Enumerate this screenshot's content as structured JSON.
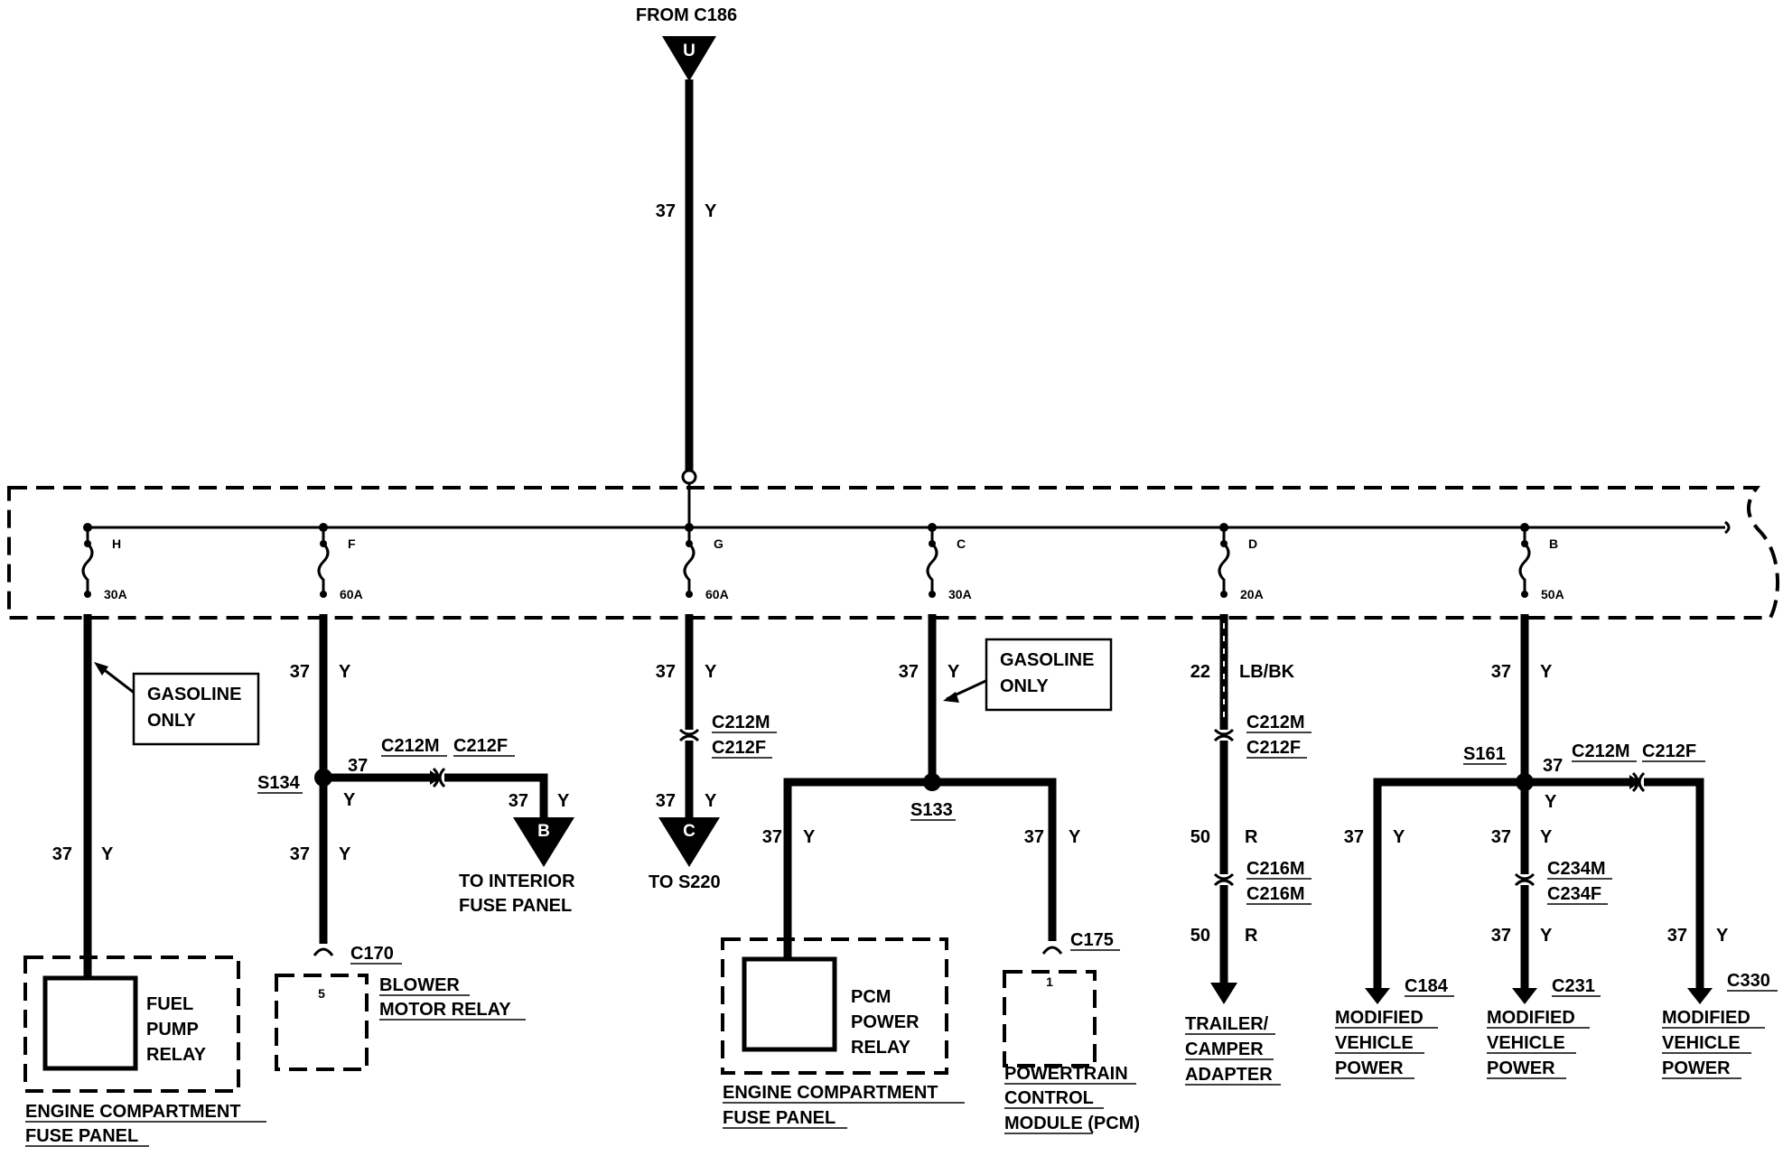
{
  "source": {
    "connector_label": "FROM C186",
    "pin": "U",
    "gauge": "37",
    "color": "Y"
  },
  "fuses": [
    {
      "id": "H",
      "rating": "30A"
    },
    {
      "id": "F",
      "rating": "60A"
    },
    {
      "id": "G",
      "rating": "60A"
    },
    {
      "id": "C",
      "rating": "30A"
    },
    {
      "id": "D",
      "rating": "20A"
    },
    {
      "id": "B",
      "rating": "50A"
    }
  ],
  "notes": {
    "gasoline_only_1": [
      "GASOLINE",
      "ONLY"
    ],
    "gasoline_only_2": [
      "GASOLINE",
      "ONLY"
    ]
  },
  "circuit_h": {
    "gauge": "37",
    "color": "Y",
    "relay": [
      "FUEL",
      "PUMP",
      "RELAY"
    ],
    "panel": [
      "ENGINE COMPARTMENT",
      "FUSE PANEL"
    ]
  },
  "circuit_f": {
    "gauge": "37",
    "color": "Y",
    "splice": "S134",
    "branch_gauge": "37",
    "branch_color": "Y",
    "conn_m": "C212M",
    "conn_f": "C212F",
    "out_gauge": "37",
    "out_color": "Y",
    "out_pin": "B",
    "out_label": [
      "TO INTERIOR",
      "FUSE PANEL"
    ],
    "down_gauge": "37",
    "down_color": "Y",
    "connector": "C170",
    "pin": "5",
    "component": [
      "BLOWER",
      "MOTOR RELAY"
    ]
  },
  "circuit_g": {
    "gauge": "37",
    "color": "Y",
    "conn_m": "C212M",
    "conn_f": "C212F",
    "out_gauge": "37",
    "out_color": "Y",
    "out_pin": "C",
    "out_label": "TO S220"
  },
  "circuit_c": {
    "gauge": "37",
    "color": "Y",
    "splice": "S133",
    "left_gauge": "37",
    "left_color": "Y",
    "right_gauge": "37",
    "right_color": "Y",
    "relay": [
      "PCM",
      "POWER",
      "RELAY"
    ],
    "panel": [
      "ENGINE COMPARTMENT",
      "FUSE PANEL"
    ],
    "connector": "C175",
    "pin": "1",
    "component": [
      "POWERTRAIN",
      "CONTROL",
      "MODULE (PCM)"
    ]
  },
  "circuit_d": {
    "gauge": "22",
    "color": "LB/BK",
    "conn_m": "C212M",
    "conn_f": "C212F",
    "mid_gauge": "50",
    "mid_color": "R",
    "conn2_m": "C216M",
    "conn2_f": "C216M",
    "low_gauge": "50",
    "low_color": "R",
    "component": [
      "TRAILER/",
      "CAMPER",
      "ADAPTER"
    ]
  },
  "circuit_b": {
    "gauge": "37",
    "color": "Y",
    "splice": "S161",
    "right_gauge": "37",
    "right_color": "Y",
    "conn_m": "C212M",
    "conn_f": "C212F",
    "left_gauge": "37",
    "left_color": "Y",
    "mid_gauge": "37",
    "mid_color": "Y",
    "conn2_m": "C234M",
    "conn2_f": "C234F",
    "low_gauge": "37",
    "low_color": "Y",
    "far_gauge": "37",
    "far_color": "Y",
    "c184": "C184",
    "c231": "C231",
    "c330": "C330",
    "label_184": [
      "MODIFIED",
      "VEHICLE",
      "POWER"
    ],
    "label_231": [
      "MODIFIED",
      "VEHICLE",
      "POWER"
    ],
    "label_330": [
      "MODIFIED",
      "VEHICLE",
      "POWER"
    ]
  }
}
